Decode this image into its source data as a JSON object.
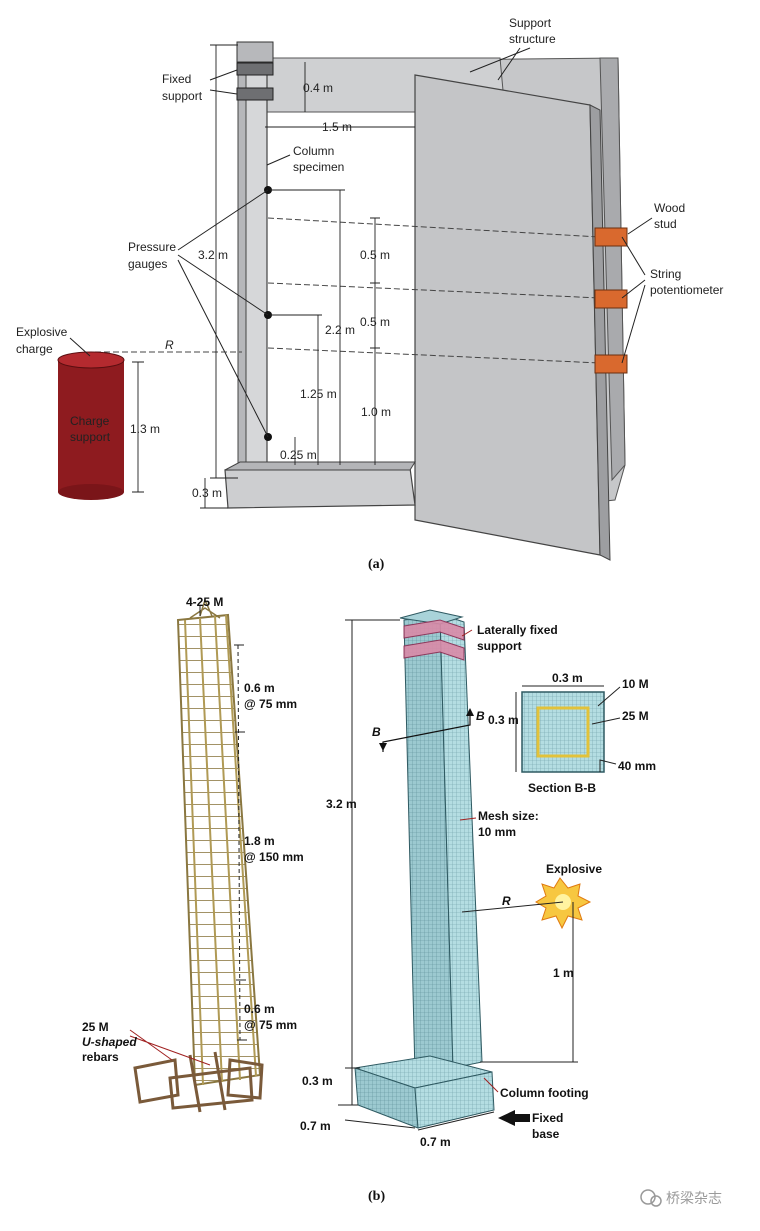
{
  "panel_a": {
    "caption": "(a)",
    "labels": {
      "support_structure_1": "Support",
      "support_structure_2": "structure",
      "fixed_support_1": "Fixed",
      "fixed_support_2": "support",
      "dim_04": "0.4 m",
      "dim_15": "1.5 m",
      "column_specimen_1": "Column",
      "column_specimen_2": "specimen",
      "pressure_gauges_1": "Pressure",
      "pressure_gauges_2": "gauges",
      "dim_32": "3.2 m",
      "dim_05a": "0.5 m",
      "dim_05b": "0.5 m",
      "dim_22": "2.2 m",
      "dim_125": "1.25 m",
      "dim_10": "1.0 m",
      "dim_025": "0.25 m",
      "dim_03": "0.3 m",
      "dim_13": "1.3 m",
      "explosive_charge_1": "Explosive",
      "explosive_charge_2": "charge",
      "charge_support_1": "Charge",
      "charge_support_2": "support",
      "r": "R",
      "wood_stud_1": "Wood",
      "wood_stud_2": "stud",
      "string_pot_1": "String",
      "string_pot_2": "potentiometer"
    }
  },
  "panel_b": {
    "caption": "(b)",
    "labels": {
      "rebar_4_25m": "4-25 M",
      "seg1_len": "0.6 m",
      "seg1_sp": "@ 75 mm",
      "seg2_len": "1.8 m",
      "seg2_sp": "@ 150 mm",
      "seg3_len": "0.6 m",
      "seg3_sp": "@ 75 mm",
      "ushape_1": "25 M",
      "ushape_2": "U-shaped",
      "ushape_3": "rebars",
      "lat_fixed_1": "Laterally fixed",
      "lat_fixed_2": "support",
      "sec_03_top": "0.3 m",
      "sec_03_side": "0.3 m",
      "sec_10m": "10 M",
      "sec_25m": "25 M",
      "sec_40": "40 mm",
      "section_title": "Section B-B",
      "b_left": "B",
      "b_right": "B",
      "dim_32": "3.2 m",
      "mesh_1": "Mesh size:",
      "mesh_2": "10 mm",
      "explosive": "Explosive",
      "r": "R",
      "dim_1m": "1 m",
      "dim_03": "0.3 m",
      "footing": "Column footing",
      "fixed_base_1": "Fixed",
      "fixed_base_2": "base",
      "dim_07a": "0.7 m",
      "dim_07b": "0.7 m"
    }
  },
  "watermark": "桥梁杂志",
  "colors": {
    "wall": "#c9cacc",
    "wall_dark": "#a9aaad",
    "charge": "#8e1b1f",
    "wood": "#d9692e",
    "mesh": "#8fc0c8",
    "pink": "#d98aa8",
    "rebar": "#c9b77a"
  }
}
